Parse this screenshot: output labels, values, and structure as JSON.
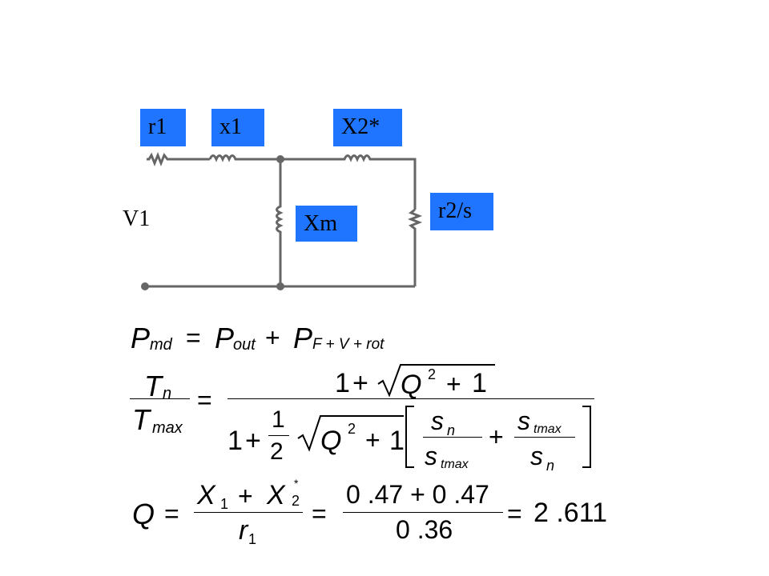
{
  "labels": {
    "r1": "r1",
    "x1": "x1",
    "x2": "X2*",
    "xm": "Xm",
    "r2s": "r2/s",
    "v1": "V1"
  },
  "eq1": {
    "P": "P",
    "md": "md",
    "eq": "=",
    "out": "out",
    "plus": "+",
    "sub": "F + V + rot"
  },
  "eq2": {
    "T": "T",
    "n": "n",
    "max": "max",
    "eq": "=",
    "one": "1",
    "plus": "+",
    "Q": "Q",
    "two": "2",
    "one_b": "1",
    "half_num": "1",
    "half_den": "2",
    "s": "s",
    "tmax": "tmax",
    "sub_tmax": "tmax",
    "sub_n": "n"
  },
  "eq3": {
    "Q": "Q",
    "eq": "=",
    "X": "X",
    "sub1": "1",
    "plus": "+",
    "star": "*",
    "sub2": "2",
    "r": "r",
    "rsub": "1",
    "num": "0 .47  + 0 .47",
    "den": "0 .36",
    "result": "2 .611"
  },
  "colors": {
    "label_bg": "#1f75ff",
    "wire": "#666666"
  }
}
